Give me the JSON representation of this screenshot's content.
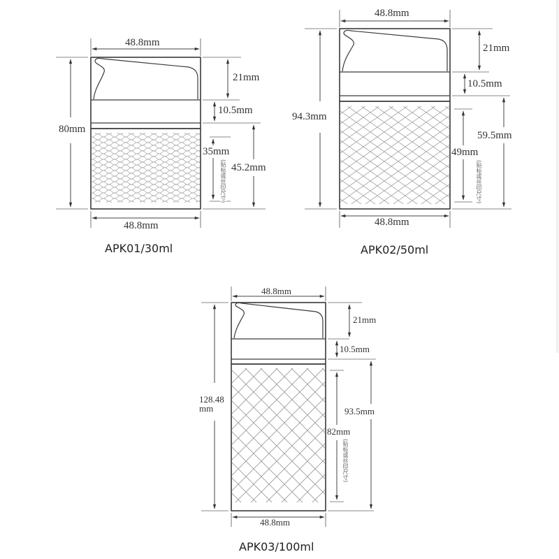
{
  "products": [
    {
      "model": "APK01/30ml",
      "top_width": "48.8mm",
      "bottom_width": "48.8mm",
      "total_height": "80mm",
      "cap_height": "21mm",
      "collar_height": "10.5mm",
      "label_height": "35mm",
      "body_height": "45.2mm",
      "label_note": "(贴标或丝印尺寸)"
    },
    {
      "model": "APK02/50ml",
      "top_width": "48.8mm",
      "bottom_width": "48.8mm",
      "total_height": "94.3mm",
      "cap_height": "21mm",
      "collar_height": "10.5mm",
      "label_height": "49mm",
      "body_height": "59.5mm",
      "label_note": "(贴标或丝印尺寸)"
    },
    {
      "model": "APK03/100ml",
      "top_width": "48.8mm",
      "bottom_width": "48.8mm",
      "total_height_line1": "128.48",
      "total_height_line2": "mm",
      "cap_height": "21mm",
      "collar_height": "10.5mm",
      "label_height": "82mm",
      "body_height": "93.5mm",
      "label_note": "(贴标或丝印尺寸)"
    }
  ],
  "colors": {
    "outline": "#3a3a3a",
    "dimension_line": "#555555",
    "hatch": "#9a9a9a",
    "background": "#ffffff"
  }
}
